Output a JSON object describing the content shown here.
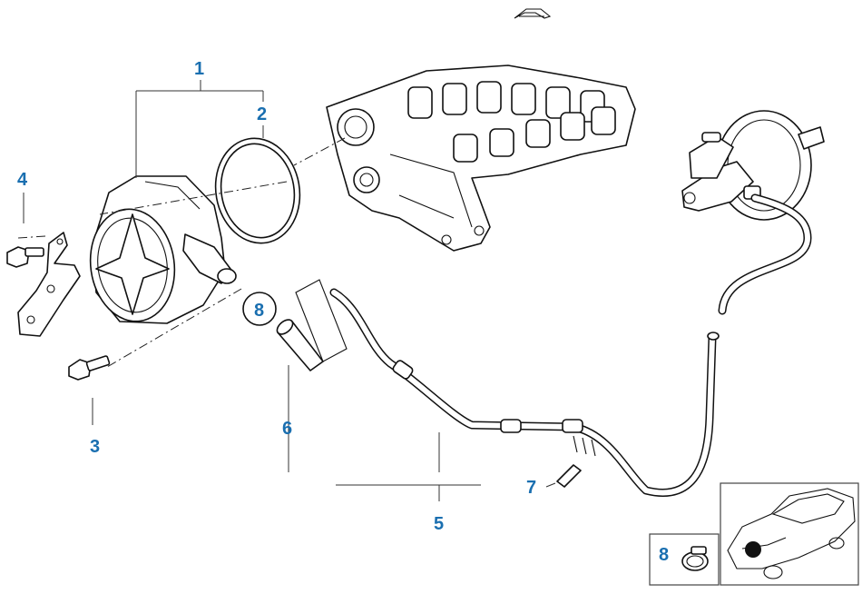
{
  "callouts": {
    "c1": "1",
    "c2": "2",
    "c3": "3",
    "c4": "4",
    "c5": "5",
    "c6": "6",
    "c7": "7",
    "c8": "8",
    "c8_inset": "8"
  },
  "colors": {
    "callout": "#1a6fb0",
    "line": "#111111",
    "background": "#ffffff"
  }
}
